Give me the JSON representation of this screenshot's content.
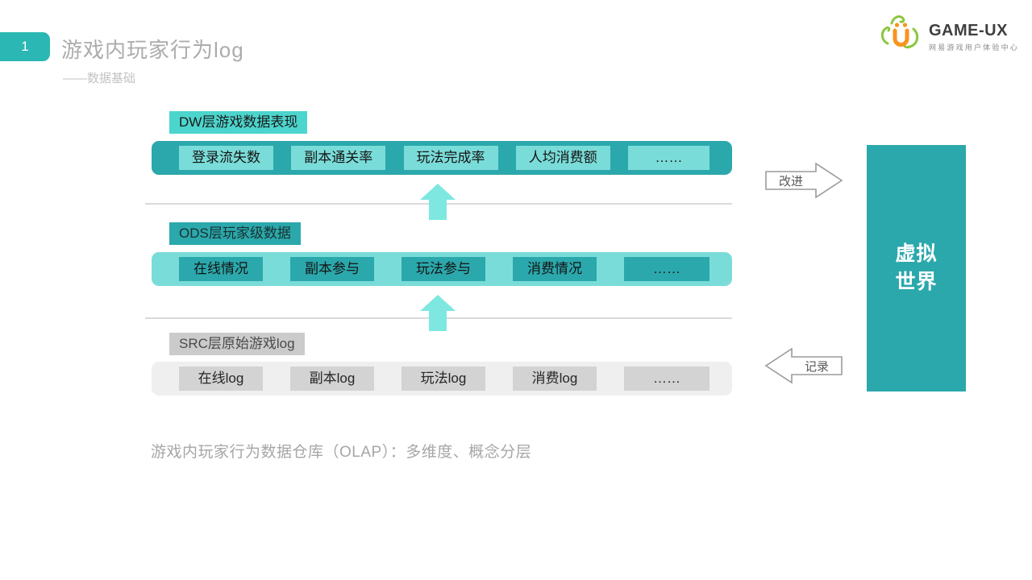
{
  "slide": {
    "page_number": "1",
    "title": "游戏内玩家行为log",
    "subtitle": "——数据基础",
    "caption": "游戏内玩家行为数据仓库（OLAP）：多维度、概念分层"
  },
  "logo": {
    "brand": "GAME-UX",
    "org": "网易游戏用户体验中心",
    "icon": "game-ux-smiley-u-icon"
  },
  "layers": [
    {
      "id": "dw",
      "label": "DW层游戏数据表现",
      "items": [
        "登录流失数",
        "副本通关率",
        "玩法完成率",
        "人均消费额",
        "……"
      ]
    },
    {
      "id": "ods",
      "label": "ODS层玩家级数据",
      "items": [
        "在线情况",
        "副本参与",
        "玩法参与",
        "消费情况",
        "……"
      ]
    },
    {
      "id": "src",
      "label": "SRC层原始游戏log",
      "items": [
        "在线log",
        "副本log",
        "玩法log",
        "消费log",
        "……"
      ]
    }
  ],
  "flow_arrows": {
    "improve": "改进",
    "record": "记录"
  },
  "virtual_world": {
    "line1": "虚拟",
    "line2": "世界"
  },
  "colors": {
    "teal_dark": "#2ba8ac",
    "teal_light": "#7adcd8",
    "teal_label": "#4cd5cd",
    "teal_up_arrow": "#7ee8e0",
    "badge_teal": "#2bb7b3",
    "gray_label": "#cbcbcb",
    "gray_bar": "#efefef",
    "gray_box": "#d3d3d3",
    "separator_gray": "#dadada",
    "logo_orange": "#f7941e",
    "logo_green": "#8dc63f"
  }
}
